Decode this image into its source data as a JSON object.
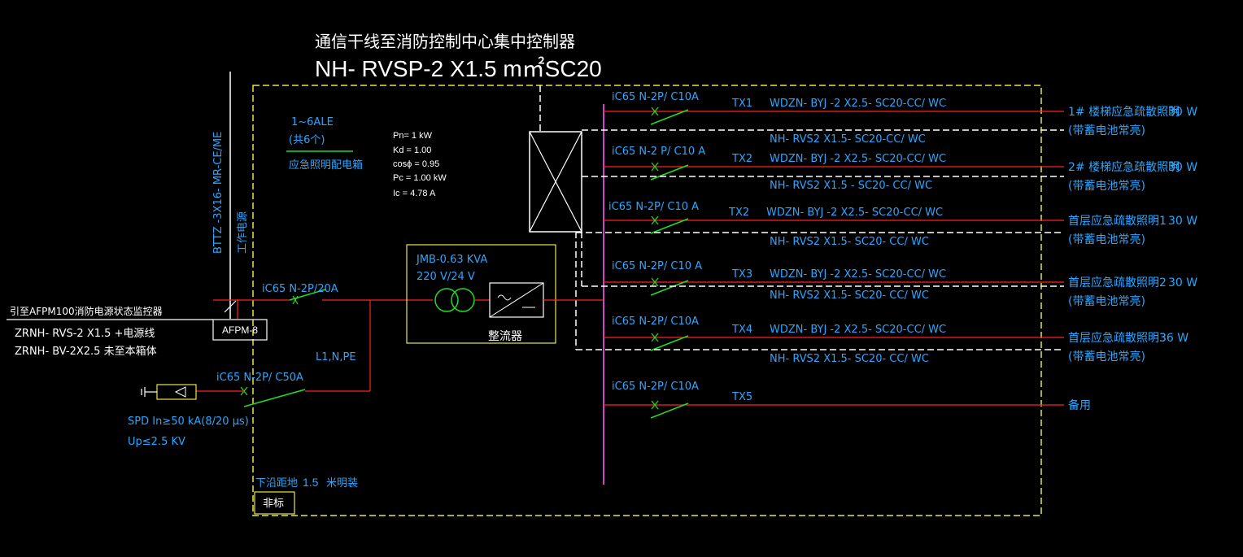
{
  "colors": {
    "background": "#000000",
    "white": "#ffffff",
    "cyan": "#2aa7ff",
    "red": "#ff2020",
    "green": "#22dd22",
    "yellow": "#e8e64a",
    "magenta": "#cc44cc"
  },
  "header": {
    "title": "通信干线至消防控制中心集中控制器",
    "cable": "NH- RVSP-2 X1.5 m㎡SC20"
  },
  "feeder": {
    "vertical_label": "BTTZ -3X16- MR-CE/ME",
    "vertical_sub": "工作电源",
    "line1": "引至AFPM100消防电源状态监控器",
    "line2": "ZRNH- RVS-2 X1.5 +电源线",
    "line3": "ZRNH- BV-2X2.5 未至本箱体",
    "afpm": "AFPM-8"
  },
  "box": {
    "name1": "1~6ALE",
    "name2": "(共6个)",
    "name3": "应急照明配电箱",
    "params": [
      "Pn= 1 kW",
      "Kd = 1.00",
      "cosϕ = 0.95",
      "Pc = 1.00 kW",
      "Ic = 4.78 A"
    ],
    "main_breaker": "iC65 N-2P/20A",
    "lnpe": "L1,N,PE",
    "spd_breaker": "iC65 N-2P/ C50A",
    "spd1": "SPD In≥50 kA(8/20 μs)",
    "spd2": "Up≤2.5 KV",
    "transformer1": "JMB-0.63 KVA",
    "transformer2": "220 V/24 V",
    "rectifier": "整流器",
    "mount_label": "下沿距地",
    "mount_height": "1.5",
    "mount_type": "米明装",
    "nonstd": "非标"
  },
  "circuits": [
    {
      "breaker": "iC65 N-2P/ C10A",
      "tx": "TX1",
      "cable": "WDZN- BYJ -2 X2.5- SC20-CC/ WC",
      "signal": "NH- RVS2 X1.5- SC20-CC/ WC",
      "dest1": "1# 楼梯应急疏散照明",
      "power": "30 W",
      "dest2": "(带蓄电池常亮)"
    },
    {
      "breaker": "iC65 N-2 P/ C10 A",
      "tx": "TX2",
      "cable": "WDZN- BYJ -2 X2.5- SC20-CC/ WC",
      "signal": "NH- RVS2 X1.5 - SC20- CC/ WC",
      "dest1": "2# 楼梯应急疏散照明",
      "power": "30 W",
      "dest2": "(带蓄电池常亮)"
    },
    {
      "breaker": "iC65 N-2P/ C10 A",
      "tx": "TX2",
      "cable": "WDZN- BYJ -2 X2.5- SC20-CC/ WC",
      "signal": "NH- RVS2 X1.5- SC20- CC/ WC",
      "dest1": "首层应急疏散照明1",
      "power": "30 W",
      "dest2": "(带蓄电池常亮)"
    },
    {
      "breaker": "iC65 N-2P/ C10 A",
      "tx": "TX3",
      "cable": "WDZN- BYJ -2 X2.5- SC20-CC/ WC",
      "signal": "NH- RVS2 X1.5- SC20- CC/ WC",
      "dest1": "首层应急疏散照明2",
      "power": "30 W",
      "dest2": "(带蓄电池常亮)"
    },
    {
      "breaker": "iC65 N-2P/ C10A",
      "tx": "TX4",
      "cable": "WDZN- BYJ -2 X2.5- SC20-CC/ WC",
      "signal": "NH- RVS2 X1.5- SC20- CC/ WC",
      "dest1": "首层应急疏散照明3",
      "power": "36 W",
      "dest2": "(带蓄电池常亮)"
    },
    {
      "breaker": "iC65 N-2P/ C10A",
      "tx": "TX5",
      "cable": "",
      "signal": "",
      "dest1": "备用",
      "power": "",
      "dest2": ""
    }
  ]
}
